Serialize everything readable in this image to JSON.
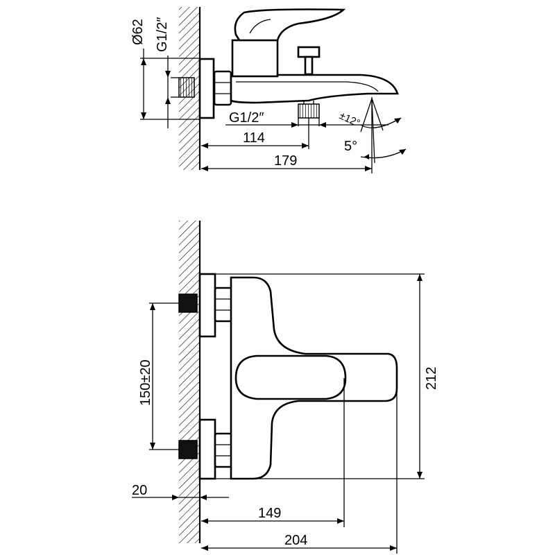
{
  "top_view": {
    "dims": {
      "dia": "Ø62",
      "thread_left": "G1/2″",
      "thread_right": "G1/2″",
      "d114": "114",
      "d179": "179",
      "angle12": "±12°",
      "angle5": "5°"
    }
  },
  "front_view": {
    "dims": {
      "d150": "150±20",
      "d212": "212",
      "d20": "20",
      "d149": "149",
      "d204": "204"
    }
  }
}
